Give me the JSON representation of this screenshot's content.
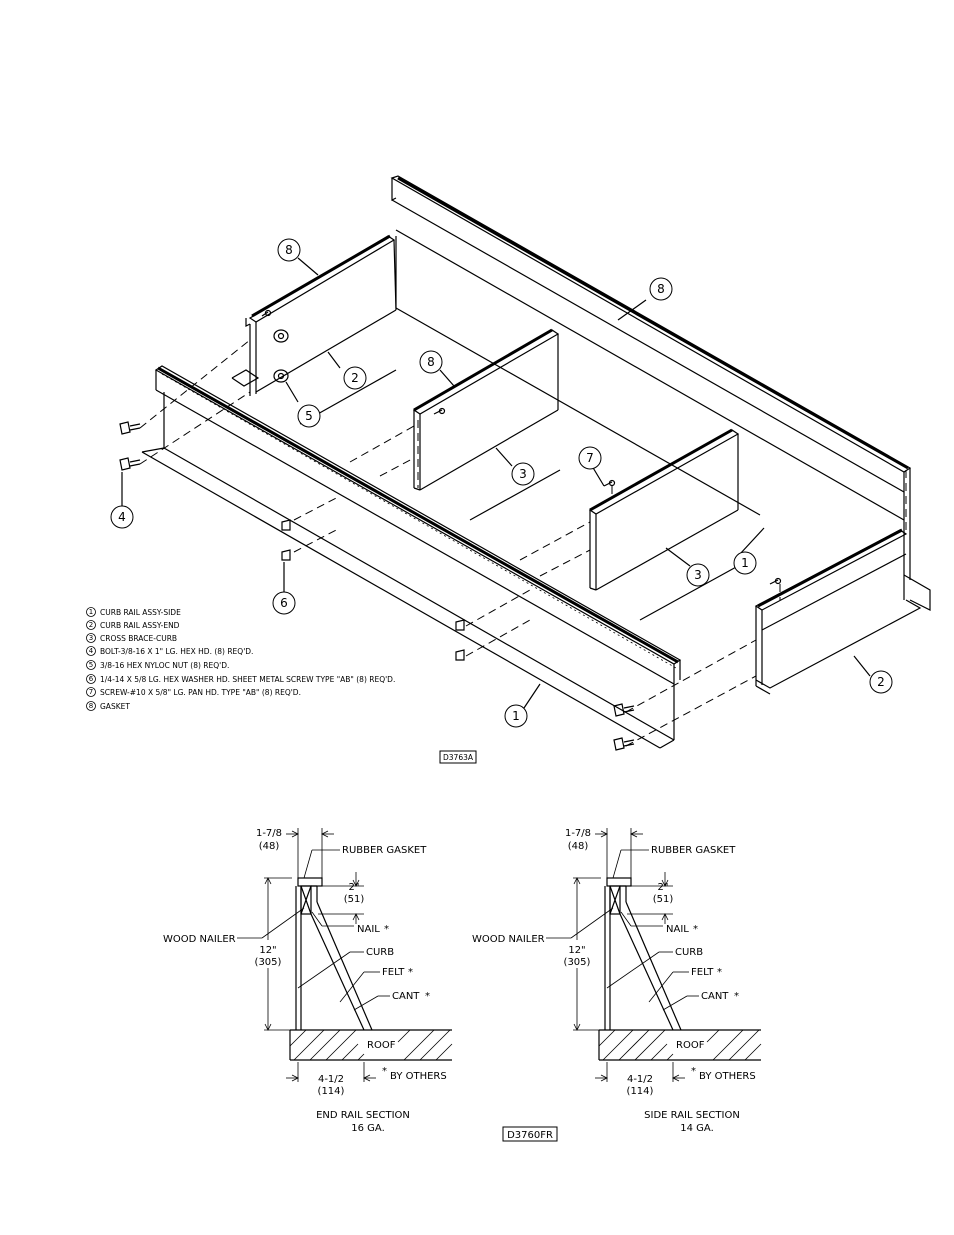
{
  "callouts": {
    "c8a": "8",
    "c8b": "8",
    "c8c": "8",
    "c2a": "2",
    "c2b": "2",
    "c5": "5",
    "c3a": "3",
    "c3b": "3",
    "c7": "7",
    "c1a": "1",
    "c1b": "1",
    "c4": "4",
    "c6": "6"
  },
  "legend": [
    {
      "num": "1",
      "text": "CURB RAIL ASSY-SIDE"
    },
    {
      "num": "2",
      "text": "CURB RAIL ASSY-END"
    },
    {
      "num": "3",
      "text": "CROSS BRACE-CURB"
    },
    {
      "num": "4",
      "text": "BOLT-3/8-16 X 1\" LG. HEX HD. (8) REQ'D."
    },
    {
      "num": "5",
      "text": "3/8-16 HEX NYLOC NUT (8) REQ'D."
    },
    {
      "num": "6",
      "text": "1/4-14 X 5/8 LG. HEX WASHER HD. SHEET METAL SCREW TYPE \"AB\" (8) REQ'D."
    },
    {
      "num": "7",
      "text": "SCREW-#10 X 5/8\" LG. PAN HD. TYPE \"AB\" (8) REQ'D."
    },
    {
      "num": "8",
      "text": "GASKET"
    }
  ],
  "drawing_number_top": "D3763A",
  "drawing_number_bottom": "D3760FR",
  "sections": [
    {
      "dim_width": "1-7/8",
      "dim_width_mm": "(48)",
      "gasket": "RUBBER GASKET",
      "dim_gasket": "2\"",
      "dim_gasket_mm": "(51)",
      "nail": "NAIL",
      "wood_nailer": "WOOD NAILER",
      "dim_height": "12\"",
      "dim_height_mm": "(305)",
      "curb": "CURB",
      "felt": "FELT",
      "cant": "CANT",
      "roof": "ROOF",
      "dim_base": "4-1/2",
      "dim_base_mm": "(114)",
      "by_others": "BY OTHERS",
      "title": "END RAIL SECTION",
      "gauge": "16 GA."
    },
    {
      "dim_width": "1-7/8",
      "dim_width_mm": "(48)",
      "gasket": "RUBBER GASKET",
      "dim_gasket": "2\"",
      "dim_gasket_mm": "(51)",
      "nail": "NAIL",
      "wood_nailer": "WOOD NAILER",
      "dim_height": "12\"",
      "dim_height_mm": "(305)",
      "curb": "CURB",
      "felt": "FELT",
      "cant": "CANT",
      "roof": "ROOF",
      "dim_base": "4-1/2",
      "dim_base_mm": "(114)",
      "by_others": "BY OTHERS",
      "title": "SIDE RAIL SECTION",
      "gauge": "14 GA."
    }
  ]
}
